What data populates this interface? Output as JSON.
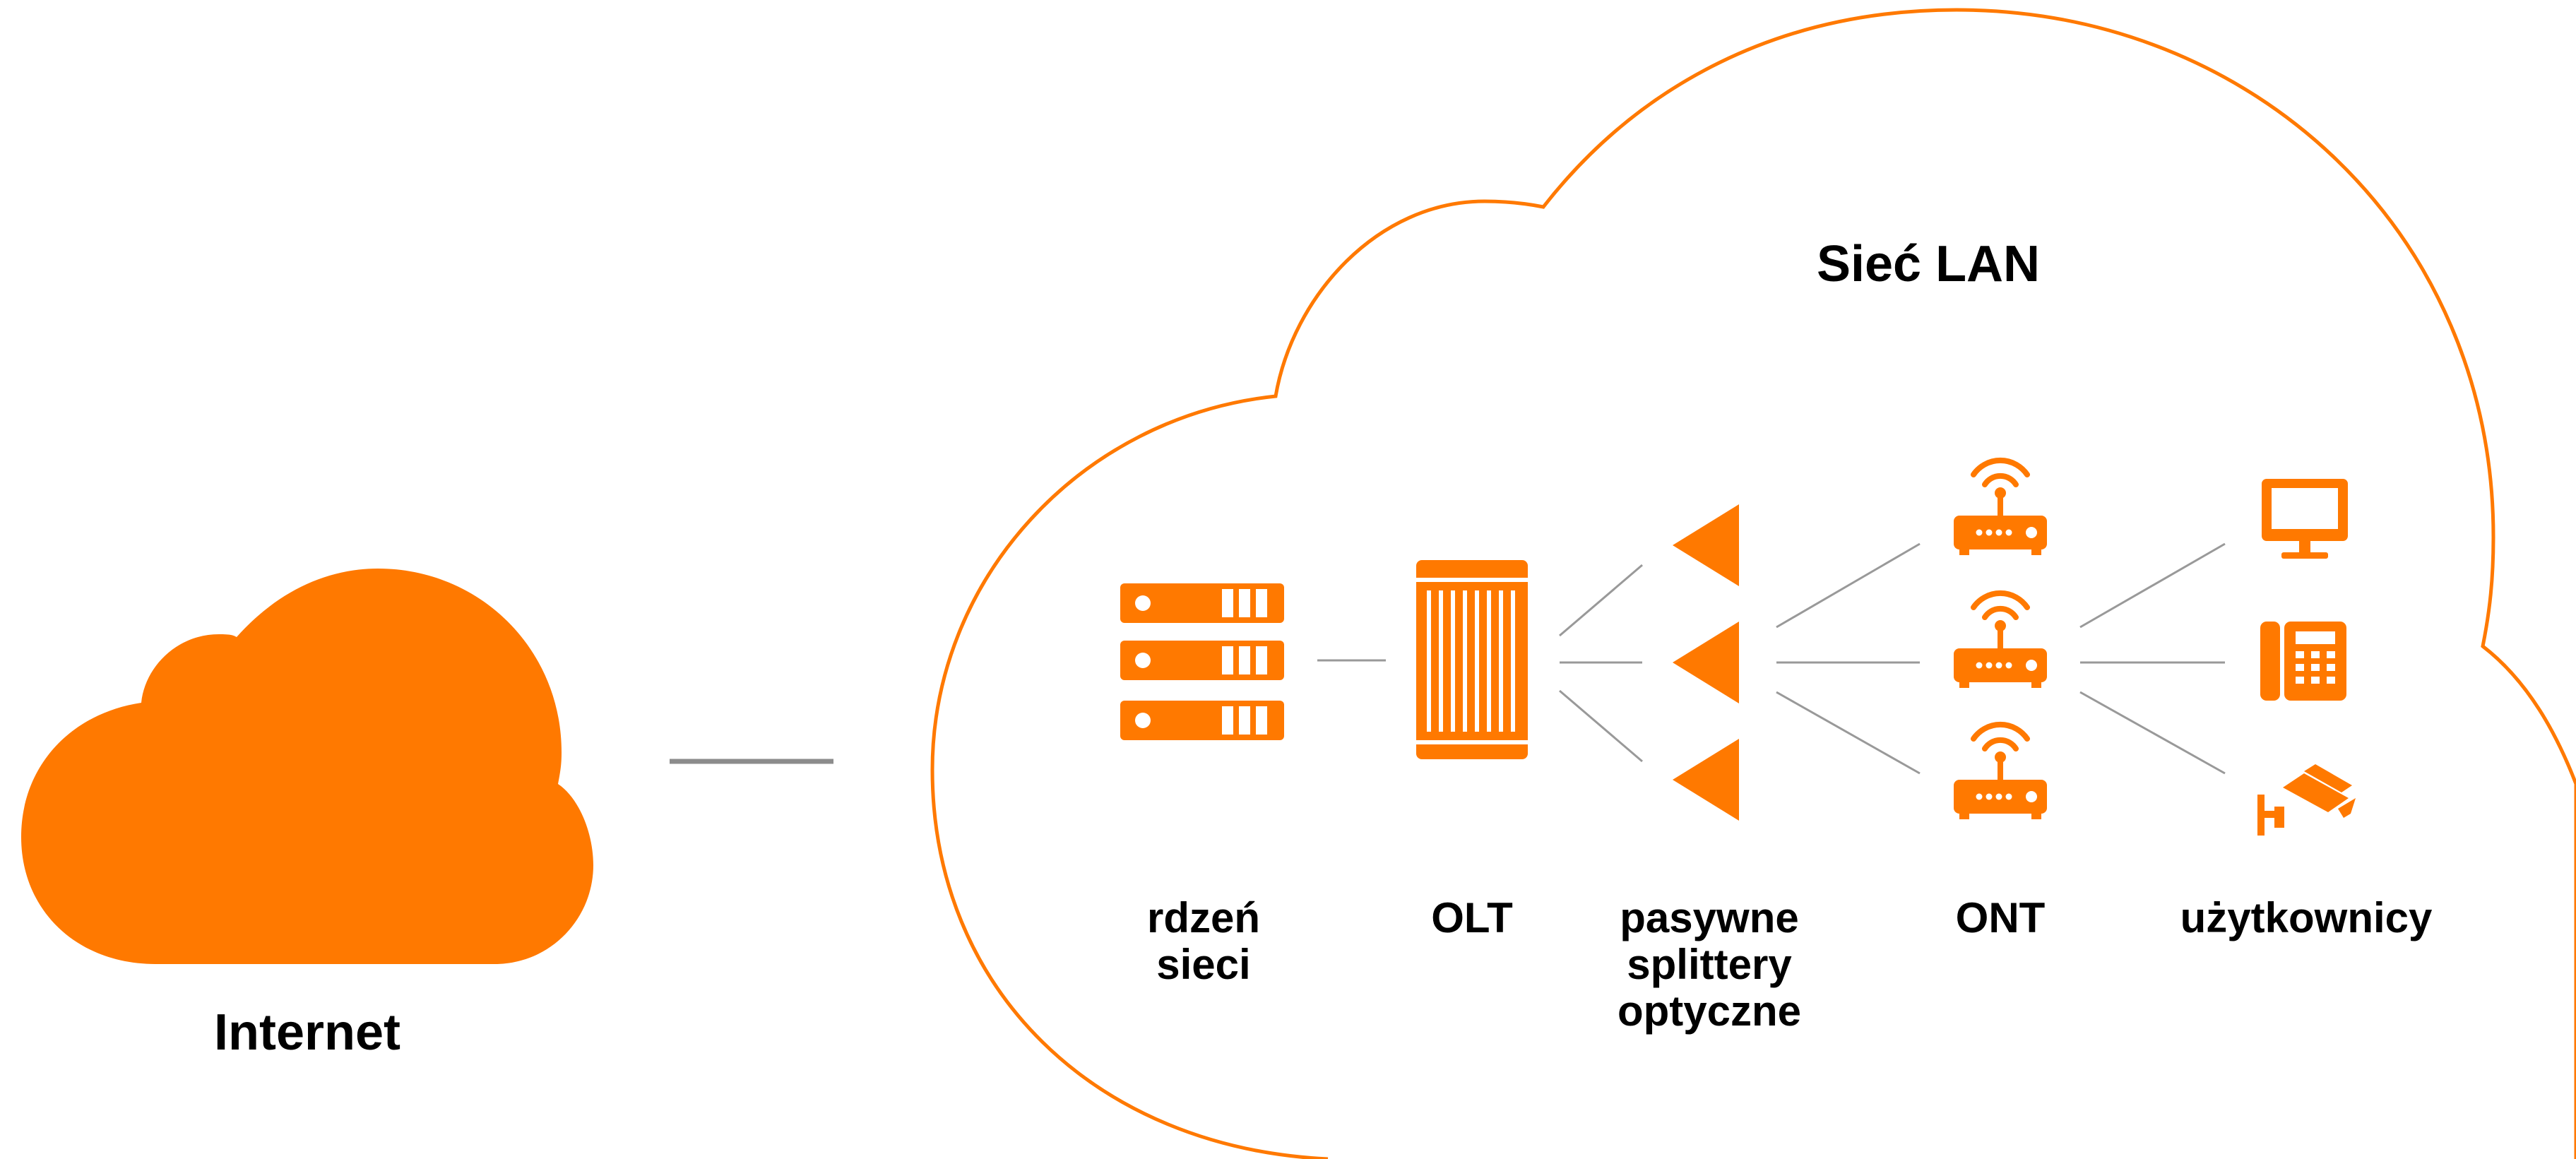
{
  "colors": {
    "accent": "#FF7900",
    "connector": "#999999",
    "internet_link": "#8C8C8C",
    "text": "#000000",
    "background": "#FFFFFF"
  },
  "internet": {
    "label": "Internet",
    "icon": "cloud-icon"
  },
  "lan": {
    "title": "Sieć LAN"
  },
  "columns": [
    {
      "id": "core",
      "lines": [
        "rdzeń",
        "sieci"
      ],
      "icon": "server-rack-icon"
    },
    {
      "id": "olt",
      "lines": [
        "OLT"
      ],
      "icon": "olt-device-icon"
    },
    {
      "id": "splitters",
      "lines": [
        "pasywne",
        "splittery",
        "optyczne"
      ],
      "icon": "splitter-icon"
    },
    {
      "id": "ont",
      "lines": [
        "ONT"
      ],
      "icon": "router-icon"
    },
    {
      "id": "users",
      "lines": [
        "użytkownicy"
      ],
      "icon": "user-devices-icon"
    }
  ],
  "user_devices": [
    "monitor-icon",
    "desk-phone-icon",
    "security-camera-icon"
  ]
}
